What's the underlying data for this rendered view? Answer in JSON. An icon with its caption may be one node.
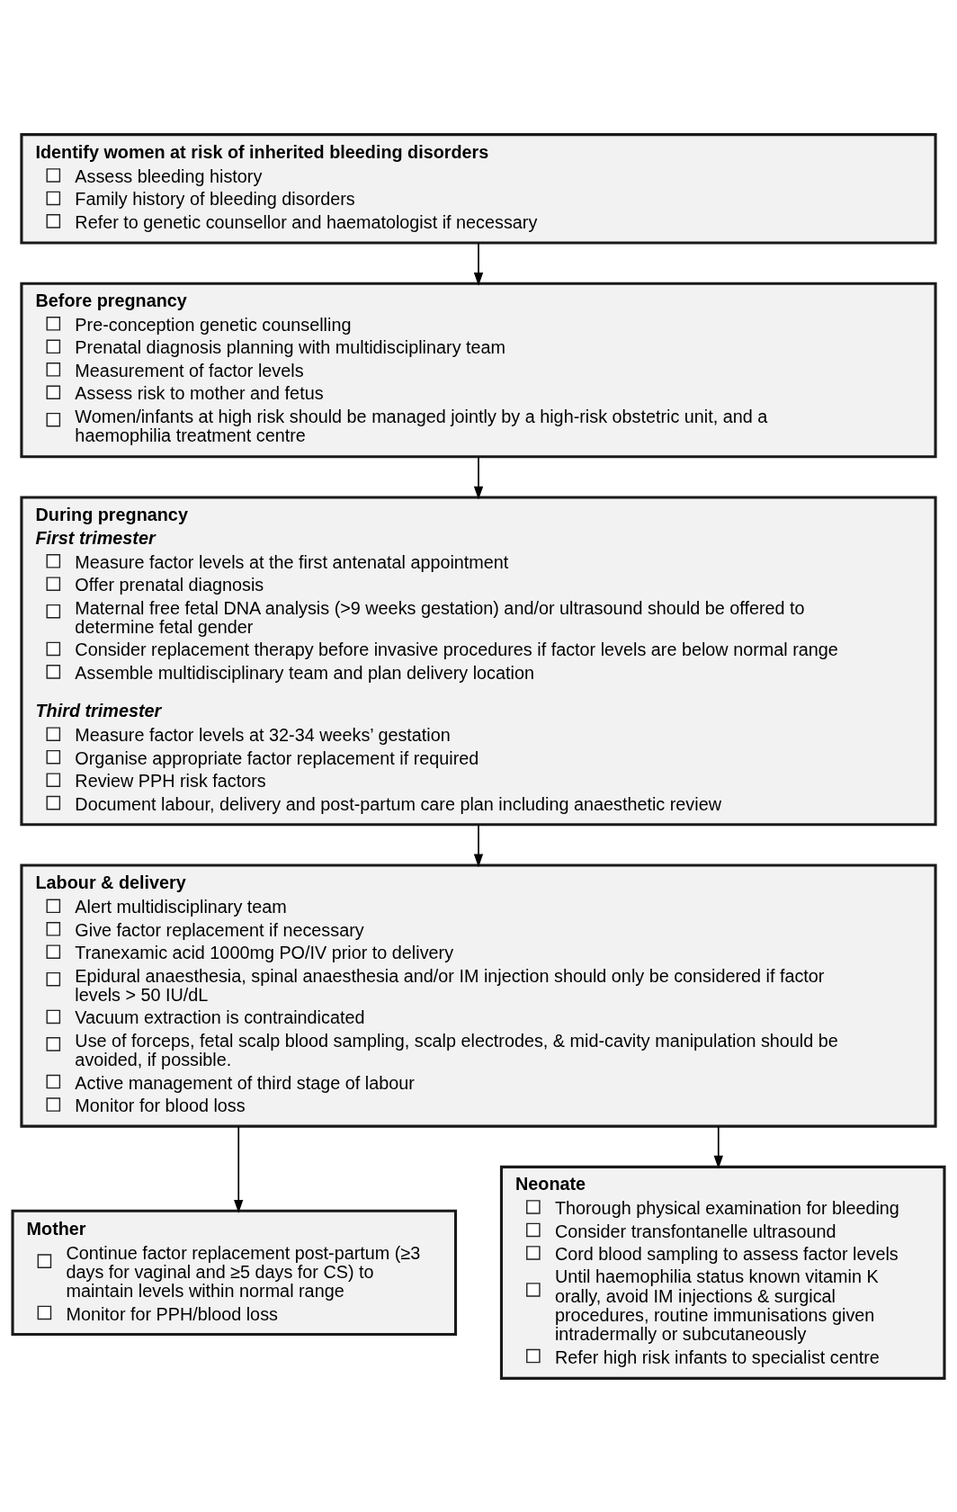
{
  "diagram": {
    "nodes": [
      {
        "text": [
          "Identify women at risk of inherited bleeding disorders",
          "Assess bleeding history",
          "Family history of bleeding disorders",
          "Refer to genetic counsellor and haematologist if necessary"
        ]
      },
      {
        "text": [
          "Before pregnancy",
          "Pre-conception genetic counselling",
          "Prenatal diagnosis planning with multidisciplinary team",
          "Measurement of factor levels",
          "Assess risk to mother and fetus",
          "Women/infants at high risk should be managed jointly by a high-risk obstetric unit, and a haemophilia treatment centre"
        ]
      },
      {
        "text": [
          "During pregnancy",
          "First trimester",
          "Measure factor levels at the first antenatal appointment",
          "Offer prenatal diagnosis",
          "Maternal free fetal DNA analysis (>9 weeks gestation) and/or ultrasound should be offered to determine fetal gender",
          "Consider replacement therapy before invasive procedures if factor levels are below normal range",
          "Assemble multidisciplinary team and plan delivery location",
          "Third trimester",
          "Measure factor levels at 32-34 weeks’ gestation",
          "Organise appropriate factor replacement if required",
          "Review PPH risk factors",
          "Document labour, delivery and post-partum care plan including anaesthetic review"
        ]
      },
      {
        "text": [
          "Labour & delivery",
          "Alert multidisciplinary team",
          "Give factor replacement if necessary",
          "Tranexamic acid 1000mg PO/IV prior to delivery",
          "Epidural anaesthesia, spinal anaesthesia and/or IM injection should only be considered if factor levels > 50 IU/dL",
          "Vacuum extraction is contraindicated",
          "Use of forceps, fetal scalp blood sampling, scalp electrodes, & mid-cavity manipulation should be avoided, if possible.",
          "Active management of third stage of labour",
          "Monitor for blood loss"
        ]
      },
      {
        "text": [
          "Mother",
          "Continue factor replacement post-partum (≥3 days for vaginal and ≥5 days for CS) to maintain levels within normal range",
          "Monitor for PPH/blood loss"
        ]
      },
      {
        "text": [
          "Neonate",
          "Thorough physical examination for bleeding",
          "Consider transfontanelle ultrasound",
          "Cord blood sampling to assess factor levels",
          "Until haemophilia status known vitamin K orally, avoid IM injections & surgical procedures, routine immunisations given intradermally or subcutaneously",
          "Refer high risk infants to specialist centre"
        ]
      }
    ],
    "edges": [
      {
        "from": 0,
        "to": 1,
        "arrow": "to"
      },
      {
        "from": 1,
        "to": 2,
        "arrow": "to"
      },
      {
        "from": 2,
        "to": 3,
        "arrow": "to"
      },
      {
        "from": 3,
        "to": 4,
        "arrow": "to"
      },
      {
        "from": 3,
        "to": 5,
        "arrow": "to"
      }
    ]
  }
}
